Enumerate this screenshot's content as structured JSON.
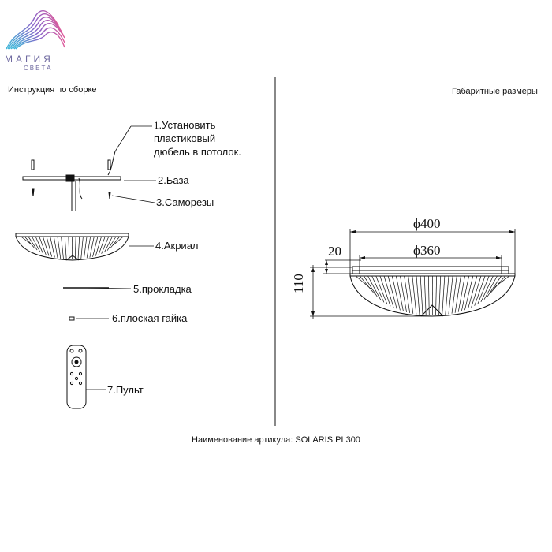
{
  "logo": {
    "title": "МАГИЯ",
    "subtitle": "СВЕТА",
    "colors": [
      "#e05a9a",
      "#8a63c9",
      "#3fb7d9"
    ]
  },
  "left_heading": "Инструкция по сборке",
  "right_heading": "Габаритные размеры",
  "steps": {
    "s1": {
      "number": "1",
      "line1": ".Установить",
      "line2": "пластиковый",
      "line3": "дюбель в потолок."
    },
    "s2": "2.База",
    "s3": "3.Саморезы",
    "s4": "4.Акриал",
    "s5": "5.прокладка",
    "s6": "6.плоская гайка",
    "s7": "7.Пульт"
  },
  "dimensions": {
    "outer_diameter": "ϕ400",
    "inner_diameter": "ϕ360",
    "base_height": "20",
    "total_height": "110"
  },
  "footer": "Наименование артикула: SOLARIS PL300"
}
